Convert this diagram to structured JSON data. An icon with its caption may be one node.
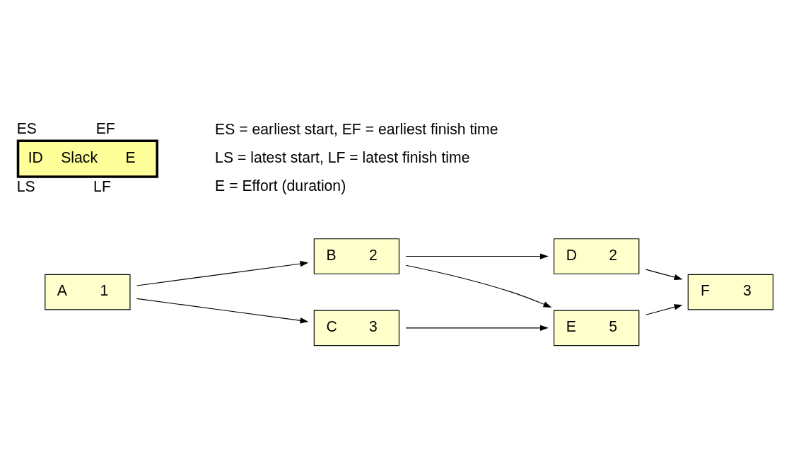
{
  "diagram": {
    "nodes": [
      {
        "text": [
          "A",
          "1"
        ]
      },
      {
        "text": [
          "B",
          "2"
        ]
      },
      {
        "text": [
          "C",
          "3"
        ]
      },
      {
        "text": [
          "D",
          "2"
        ]
      },
      {
        "text": [
          "E",
          "5"
        ]
      },
      {
        "text": [
          "F",
          "3"
        ]
      },
      {
        "text": [
          "ID",
          "Slack",
          "E"
        ],
        "beside": [
          "ES",
          "EF",
          "LS",
          "LF"
        ]
      }
    ],
    "edges": [
      {
        "from": 0,
        "to": 1,
        "arrow": "to"
      },
      {
        "from": 0,
        "to": 2,
        "arrow": "to"
      },
      {
        "from": 1,
        "to": 3,
        "arrow": "to"
      },
      {
        "from": 1,
        "to": 4,
        "arrow": "to"
      },
      {
        "from": 2,
        "to": 4,
        "arrow": "to"
      },
      {
        "from": 3,
        "to": 5,
        "arrow": "to"
      },
      {
        "from": 4,
        "to": 5,
        "arrow": "to"
      }
    ],
    "labels": [
      "ES = earliest start, EF = earliest finish time",
      "LS = latest start, LF = latest finish time",
      "E = Effort (duration)"
    ]
  }
}
